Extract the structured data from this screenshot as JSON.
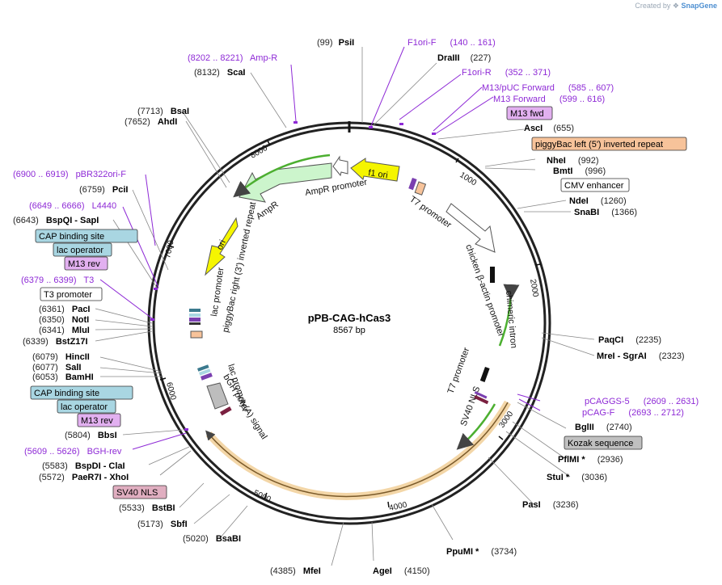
{
  "credit": {
    "prefix": "Created by",
    "brand": "SnapGene"
  },
  "plasmid": {
    "name": "pPB-CAG-hCas3",
    "length": "8567 bp"
  },
  "ticks": [
    "1000",
    "2000",
    "3000",
    "4000",
    "5000",
    "6000",
    "7000",
    "8000"
  ],
  "enzymes": [
    {
      "name": "PsiI",
      "pos": "(99)"
    },
    {
      "name": "DraIII",
      "pos": "(227)"
    },
    {
      "name": "AscI",
      "pos": "(655)"
    },
    {
      "name": "NheI",
      "pos": "(992)"
    },
    {
      "name": "BmtI",
      "pos": "(996)"
    },
    {
      "name": "NdeI",
      "pos": "(1260)"
    },
    {
      "name": "SnaBI",
      "pos": "(1366)"
    },
    {
      "name": "PaqCI",
      "pos": "(2235)"
    },
    {
      "name": "MreI - SgrAI",
      "pos": "(2323)"
    },
    {
      "name": "BglII",
      "pos": "(2740)"
    },
    {
      "name": "PflMI *",
      "pos": "(2936)"
    },
    {
      "name": "StuI *",
      "pos": "(3036)"
    },
    {
      "name": "PasI",
      "pos": "(3236)"
    },
    {
      "name": "PpuMI *",
      "pos": "(3734)"
    },
    {
      "name": "AgeI",
      "pos": "(4150)"
    },
    {
      "name": "MfeI",
      "pos": "(4385)"
    },
    {
      "name": "BsaBI",
      "pos": "(5020)"
    },
    {
      "name": "SbfI",
      "pos": "(5173)"
    },
    {
      "name": "BstBI",
      "pos": "(5533)"
    },
    {
      "name": "PaeR7I - XhoI",
      "pos": "(5572)"
    },
    {
      "name": "BspDI - ClaI",
      "pos": "(5583)"
    },
    {
      "name": "BbsI",
      "pos": "(5804)"
    },
    {
      "name": "BamHI",
      "pos": "(6053)"
    },
    {
      "name": "SalI",
      "pos": "(6077)"
    },
    {
      "name": "HincII",
      "pos": "(6079)"
    },
    {
      "name": "BstZ17I",
      "pos": "(6339)"
    },
    {
      "name": "MluI",
      "pos": "(6341)"
    },
    {
      "name": "NotI",
      "pos": "(6350)"
    },
    {
      "name": "PacI",
      "pos": "(6361)"
    },
    {
      "name": "BspQI - SapI",
      "pos": "(6643)"
    },
    {
      "name": "PciI",
      "pos": "(6759)"
    },
    {
      "name": "AhdI",
      "pos": "(7652)"
    },
    {
      "name": "BsaI",
      "pos": "(7713)"
    },
    {
      "name": "ScaI",
      "pos": "(8132)"
    }
  ],
  "primers": [
    {
      "name": "F1ori-F",
      "range": "(140 .. 161)"
    },
    {
      "name": "F1ori-R",
      "range": "(352 .. 371)"
    },
    {
      "name": "M13/pUC Forward",
      "range": "(585 .. 607)"
    },
    {
      "name": "M13 Forward",
      "range": "(599 .. 616)"
    },
    {
      "name": "pCAGGS-5",
      "range": "(2609 .. 2631)"
    },
    {
      "name": "pCAG-F",
      "range": "(2693 .. 2712)"
    },
    {
      "name": "BGH-rev",
      "range": "(5609 .. 5626)"
    },
    {
      "name": "T3",
      "range": "(6379 .. 6399)"
    },
    {
      "name": "L4440",
      "range": "(6649 .. 6666)"
    },
    {
      "name": "pBR322ori-F",
      "range": "(6900 .. 6919)"
    },
    {
      "name": "Amp-R",
      "range": "(8202 .. 8221)"
    }
  ],
  "feature_boxes": [
    {
      "label": "M13 fwd"
    },
    {
      "label": "piggyBac left (5') inverted repeat"
    },
    {
      "label": "CMV enhancer"
    },
    {
      "label": "Kozak sequence"
    },
    {
      "label": "SV40 NLS"
    },
    {
      "label": "M13 rev"
    },
    {
      "label": "lac operator"
    },
    {
      "label": "CAP binding site"
    },
    {
      "label": "T3 promoter"
    },
    {
      "label": "M13 rev"
    },
    {
      "label": "lac operator"
    },
    {
      "label": "CAP binding site"
    }
  ],
  "arc_labels": [
    {
      "label": "f1 ori"
    },
    {
      "label": "AmpR promoter"
    },
    {
      "label": "AmpR"
    },
    {
      "label": "ori"
    },
    {
      "label": "T7 promoter"
    },
    {
      "label": "chicken β-actin promoter"
    },
    {
      "label": "chimeric intron"
    },
    {
      "label": "T7 promoter"
    },
    {
      "label": "SV40 NLS"
    },
    {
      "label": "lac promoter"
    },
    {
      "label": "piggyBac right (3') inverted repeat"
    },
    {
      "label": "lac promoter"
    },
    {
      "label": "bGH poly(A) signal"
    }
  ],
  "colors": {
    "enzyme": "#000000",
    "primer": "#8e2ad6",
    "f1ori": "#f5f500",
    "ampr": "#ccf5cc",
    "itr": "#f7c39a",
    "cap": "#a9d6e2",
    "m13": "#e2b0f0",
    "kozak": "#c0c0c0",
    "sv40": "#e0aec0",
    "cds": "#f3d6a7"
  }
}
